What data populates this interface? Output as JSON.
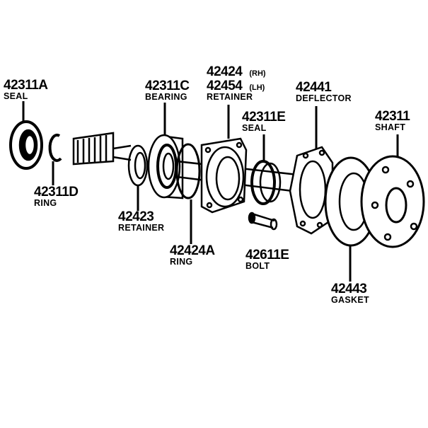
{
  "parts": {
    "seal_a": {
      "number": "42311A",
      "name": "SEAL"
    },
    "ring_d": {
      "number": "42311D",
      "name": "RING"
    },
    "bearing": {
      "number": "42311C",
      "name": "BEARING"
    },
    "retainer_inner": {
      "number": "42423",
      "name": "RETAINER"
    },
    "retainer_outer": {
      "number_rh": "42424",
      "side_rh": "(RH)",
      "number_lh": "42454",
      "side_lh": "(LH)",
      "name": "RETAINER"
    },
    "ring_a": {
      "number": "42424A",
      "name": "RING"
    },
    "seal_e": {
      "number": "42311E",
      "name": "SEAL"
    },
    "bolt": {
      "number": "42611E",
      "name": "BOLT"
    },
    "deflector": {
      "number": "42441",
      "name": "DEFLECTOR"
    },
    "shaft": {
      "number": "42311",
      "name": "SHAFT"
    },
    "gasket": {
      "number": "42443",
      "name": "GASKET"
    }
  }
}
